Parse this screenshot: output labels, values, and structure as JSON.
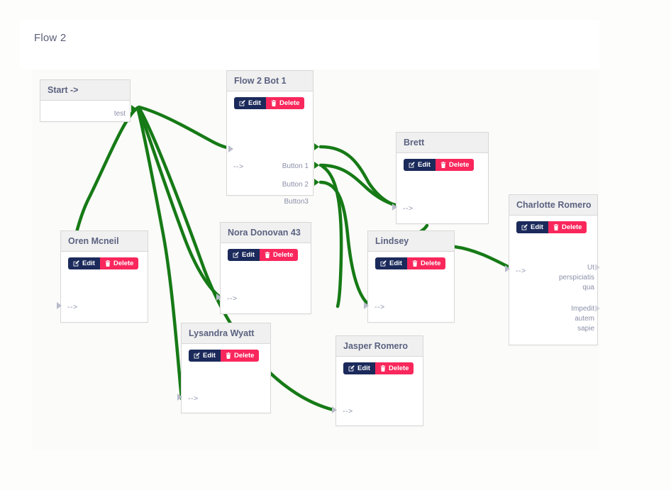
{
  "header": {
    "title": "Flow 2"
  },
  "colors": {
    "edge": "#167a16",
    "edit_button": "#1b2a5b",
    "delete_button": "#f9275c",
    "node_header": "#f0f0f0",
    "node_border": "#d8d8d8",
    "canvas": "#fbfbf9",
    "text": "#5b6280",
    "port_text": "#8a90a8"
  },
  "actions": {
    "edit_label": "Edit",
    "delete_label": "Delete",
    "edit_icon": "pencil-square-icon",
    "delete_icon": "trash-icon"
  },
  "input_port_label": "-->",
  "nodes": [
    {
      "id": "start",
      "title": "Start ->",
      "has_actions": false,
      "outputs": [
        "test"
      ]
    },
    {
      "id": "flow-2-bot-1",
      "title": "Flow 2 Bot 1",
      "has_actions": true,
      "inputs": [
        "-->"
      ],
      "outputs": [
        "Button 1",
        "Button 2",
        "Button3"
      ]
    },
    {
      "id": "oren-mcneil",
      "title": "Oren Mcneil",
      "has_actions": true,
      "inputs": [
        "-->"
      ],
      "outputs": []
    },
    {
      "id": "nora-donovan-43",
      "title": "Nora Donovan 43",
      "has_actions": true,
      "inputs": [
        "-->"
      ],
      "outputs": []
    },
    {
      "id": "lysandra-wyatt",
      "title": "Lysandra Wyatt",
      "has_actions": true,
      "inputs": [
        "-->"
      ],
      "outputs": []
    },
    {
      "id": "brett",
      "title": "Brett",
      "has_actions": true,
      "inputs": [
        "-->"
      ],
      "outputs": []
    },
    {
      "id": "lindsey",
      "title": "Lindsey",
      "has_actions": true,
      "inputs": [
        "-->"
      ],
      "outputs": []
    },
    {
      "id": "jasper-romero",
      "title": "Jasper Romero",
      "has_actions": true,
      "inputs": [
        "-->"
      ],
      "outputs": []
    },
    {
      "id": "charlotte-romero",
      "title": "Charlotte Romero",
      "has_actions": true,
      "inputs": [
        "-->"
      ],
      "outputs": [
        "Ut perspiciatis qua",
        "Impedit autem sapie"
      ]
    }
  ],
  "charlotte_outputs": {
    "port1_line1": "Ut",
    "port1_line2": "perspiciatis",
    "port1_line3": "qua",
    "port2_line1": "Impedit",
    "port2_line2": "autem",
    "port2_line3": "sapie"
  }
}
